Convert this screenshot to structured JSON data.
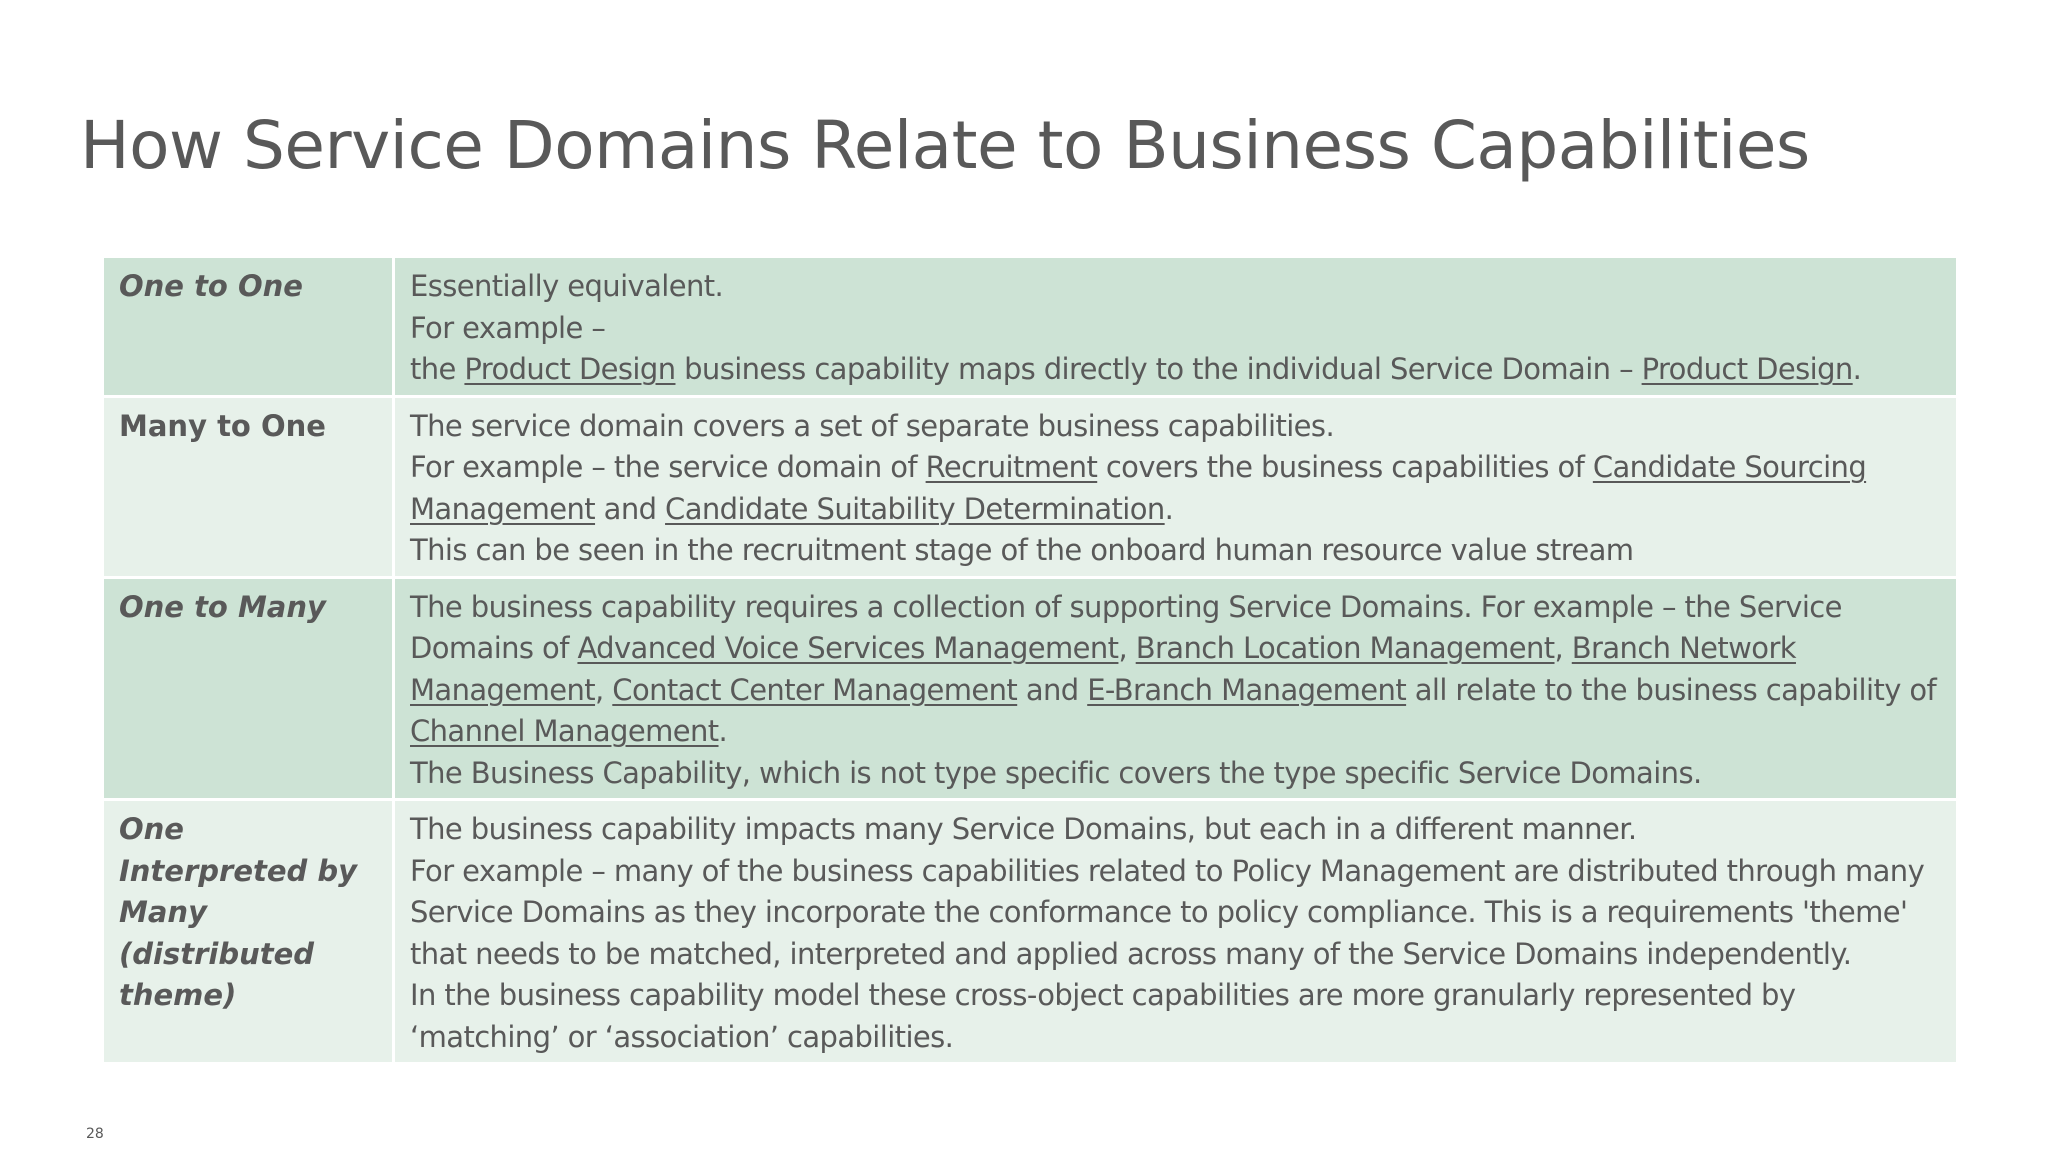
{
  "slide": {
    "title": "How Service Domains Relate to Business Capabilities",
    "page_number": "28"
  },
  "table": {
    "rows": [
      {
        "term": "One to One",
        "lines": [
          "Essentially equivalent.",
          "For example –"
        ],
        "line3_before": "the ",
        "line3_link1": "Product Design",
        "line3_mid": " business capability maps directly to the individual Service Domain – ",
        "line3_link2": "Product Design",
        "line3_end": "."
      },
      {
        "term": "Many to One",
        "line1": "The service domain covers a set of separate business capabilities.",
        "line2_before": "For example – the service domain of ",
        "line2_link1": "Recruitment",
        "line2_mid": " covers the business capabilities of ",
        "line2_link2": "Candidate Sourcing Management",
        "line2_and": " and ",
        "line2_link3": "Candidate Suitability Determination",
        "line2_end": ".",
        "line3": "This can be seen in the recruitment stage of the onboard human resource value stream"
      },
      {
        "term": "One to Many",
        "p1_before": "The business capability requires a collection of supporting Service Domains. For example – the Service Domains of ",
        "p1_link1": "Advanced Voice Services Management",
        "p1_sep1": ", ",
        "p1_link2": "Branch Location Management",
        "p1_sep2": ", ",
        "p1_link3": "Branch Network Management",
        "p1_sep3": ", ",
        "p1_link4": "Contact Center Management",
        "p1_and": " and ",
        "p1_link5": "E-Branch Management",
        "p1_mid": " all relate to the business capability of ",
        "p1_link6": "Channel Management",
        "p1_end": ".",
        "p2": "The Business Capability, which is not type specific covers the type specific Service Domains."
      },
      {
        "term": "One Interpreted by Many (distributed theme)",
        "line1": "The business capability impacts many Service Domains, but each in a different manner.",
        "line2": "For example – many of the business capabilities related to Policy Management are distributed through many Service Domains as they incorporate the conformance to policy compliance.  This is a requirements 'theme' that needs to be matched, interpreted and applied across many of the Service Domains independently.",
        "line3": "In the business capability model these cross-object capabilities are more granularly represented by ‘matching’ or ‘association’ capabilities."
      }
    ]
  },
  "colors": {
    "text": "#595959",
    "row_dark": "#cde3d5",
    "row_light": "#e7f1ea",
    "background": "#ffffff"
  }
}
